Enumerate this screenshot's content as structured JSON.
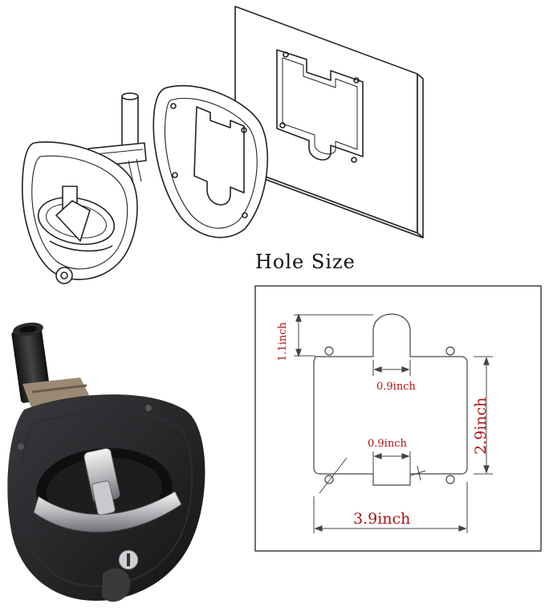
{
  "hole_size_title": "Hole Size",
  "dimensions": {
    "tab_height": "1.1inch",
    "tab_width": "0.9inch",
    "bottom_notch_width": "0.9inch",
    "body_height": "2.9inch",
    "total_width": "3.9inch"
  },
  "colors": {
    "dimension_text": "#b01010",
    "line_art": "#222222",
    "latch_body": "#1c1c1e",
    "chrome": "#d9dadc"
  }
}
